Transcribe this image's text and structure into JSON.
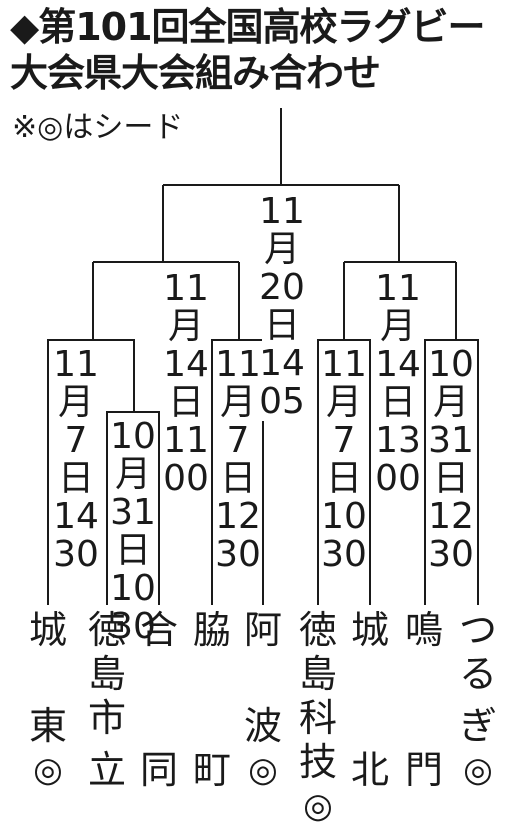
{
  "header": {
    "title_line1": "◆第101回全国高校ラグビー",
    "title_line2": "大会県大会組み合わせ",
    "note": "※◎はシード"
  },
  "matches": {
    "final": [
      "11",
      "月",
      "20",
      "日",
      "14",
      "05"
    ],
    "semi_left": [
      "11",
      "月",
      "14",
      "日",
      "11",
      "00"
    ],
    "semi_right": [
      "11",
      "月",
      "14",
      "日",
      "13",
      "00"
    ],
    "qf1": [
      "11",
      "月",
      "7",
      "日",
      "14",
      "30"
    ],
    "r1_left": [
      "10",
      "月",
      "31",
      "日",
      "10",
      "30"
    ],
    "qf2": [
      "11",
      "月",
      "7",
      "日",
      "12",
      "30"
    ],
    "qf3": [
      "11",
      "月",
      "7",
      "日",
      "10",
      "30"
    ],
    "r1_right": [
      "10",
      "月",
      "31",
      "日",
      "12",
      "30"
    ]
  },
  "teams": [
    {
      "top": [
        "城"
      ],
      "bottom": [
        "東"
      ],
      "seed": "◎"
    },
    {
      "top": [
        "徳",
        "島",
        "市"
      ],
      "bottom": [
        "立"
      ],
      "seed": ""
    },
    {
      "top": [
        "合"
      ],
      "bottom": [
        "同"
      ],
      "seed": ""
    },
    {
      "top": [
        "脇"
      ],
      "bottom": [
        "町"
      ],
      "seed": ""
    },
    {
      "top": [
        "阿"
      ],
      "bottom": [
        "波"
      ],
      "seed": "◎"
    },
    {
      "top": [
        "徳",
        "島",
        "科"
      ],
      "bottom": [
        "技"
      ],
      "seed": "◎"
    },
    {
      "top": [
        "城"
      ],
      "bottom": [
        "北"
      ],
      "seed": ""
    },
    {
      "top": [
        "鳴"
      ],
      "bottom": [
        "門"
      ],
      "seed": ""
    },
    {
      "top": [
        "つ",
        "る"
      ],
      "bottom": [
        "ぎ"
      ],
      "seed": "◎"
    }
  ]
}
